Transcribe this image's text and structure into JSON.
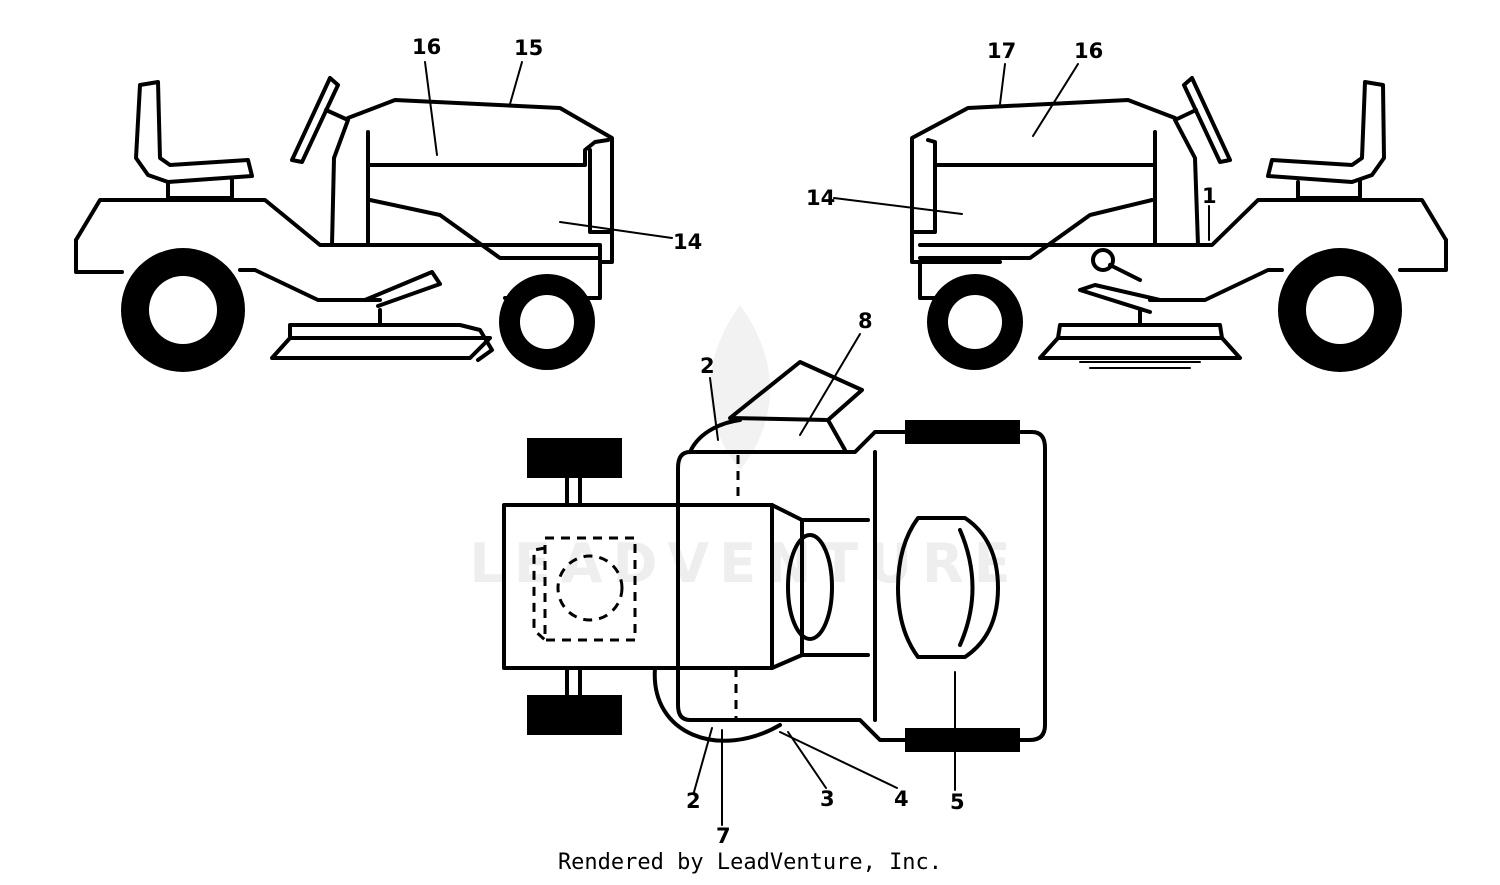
{
  "watermark": "LEADVENTURE",
  "credit": "Rendered by LeadVenture, Inc.",
  "callouts": {
    "left_16": "16",
    "left_15": "15",
    "left_14": "14",
    "right_17": "17",
    "right_16": "16",
    "right_14": "14",
    "right_1": "1",
    "top_8": "8",
    "top_2_upper": "2",
    "top_2_lower": "2",
    "top_7": "7",
    "top_3": "3",
    "top_4": "4",
    "top_5": "5"
  },
  "colors": {
    "line": "#000000",
    "watermark": "#eeeeee",
    "background": "#ffffff"
  }
}
